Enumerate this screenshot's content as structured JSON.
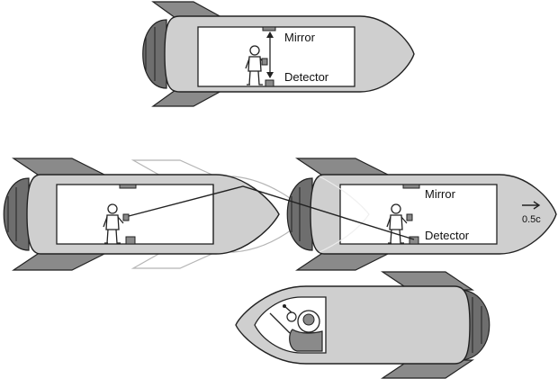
{
  "labels": {
    "mirror": "Mirror",
    "detector": "Detector",
    "speed": "0.5c"
  },
  "colors": {
    "hull_fill": "#cfcfcf",
    "fin_fill": "#8a8a8a",
    "nozzle_fill": "#6e6e6e",
    "outline": "#222222",
    "ghost_outline": "#b5b5b5",
    "cabin_fill": "#ffffff"
  },
  "icons": [
    "rocket-ship-icon",
    "person-icon",
    "lantern-icon",
    "astronaut-icon",
    "arrow-icon"
  ]
}
